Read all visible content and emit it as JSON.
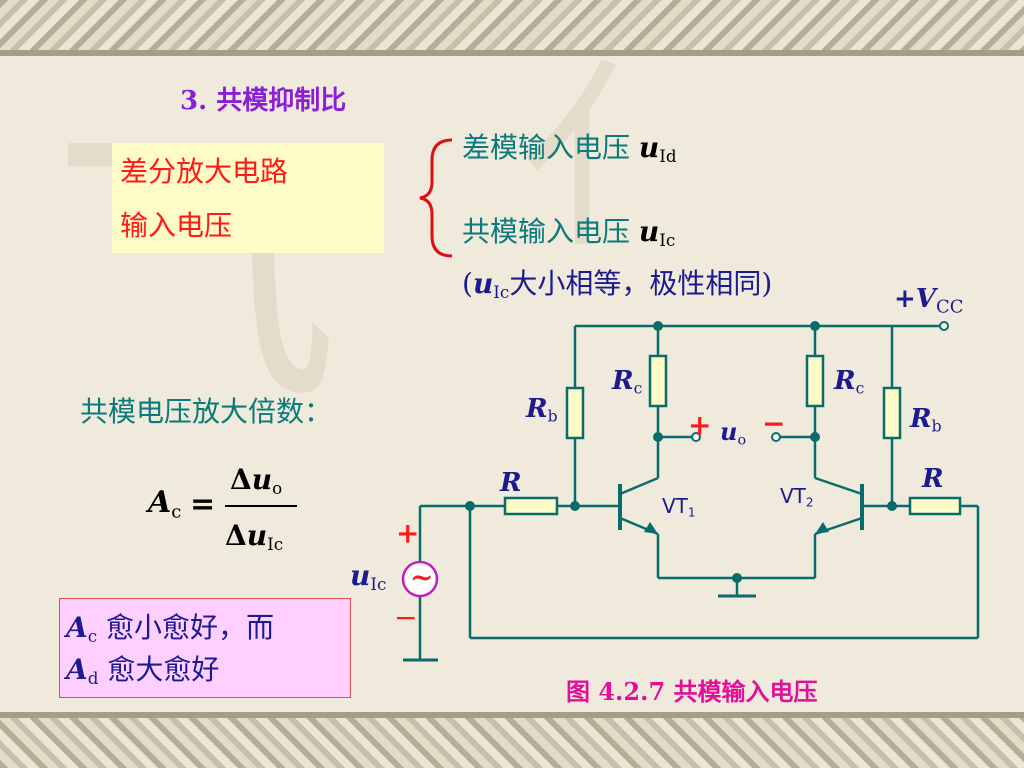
{
  "section_title": "3.  共模抑制比",
  "box_input": {
    "line1": "差分放大电路",
    "line2": "输入电压"
  },
  "diff_mode": {
    "text": "差模输入电压 ",
    "sym": "u",
    "sub": "Id"
  },
  "common_mode": {
    "text": "共模输入电压 ",
    "sym": "u",
    "sub": "Ic"
  },
  "common_note": {
    "open": "(",
    "sym": "u",
    "sub": "Ic",
    "text": "大小相等，极性相同)"
  },
  "gain_label": "共模电压放大倍数：",
  "formula": {
    "lhs": "A",
    "lhs_sub": "c",
    "equals": "=",
    "num_delta": "Δ",
    "num_sym": "u",
    "num_sub": "o",
    "den_delta": "Δ",
    "den_sym": "u",
    "den_sub": "Ic"
  },
  "conclusion": {
    "a1": "A",
    "a1_sub": "c",
    "t1": " 愈小愈好，而",
    "a2": "A",
    "a2_sub": "d",
    "t2": " 愈大愈好"
  },
  "circuit": {
    "vcc_plus": "+",
    "vcc": "V",
    "vcc_sub": "CC",
    "rc_left": "R",
    "rc_left_sub": "c",
    "rc_right": "R",
    "rc_right_sub": "c",
    "rb_left": "R",
    "rb_left_sub": "b",
    "rb_right": "R",
    "rb_right_sub": "b",
    "r_left": "R",
    "r_right": "R",
    "out_plus": "+",
    "out_u": "u",
    "out_sub": "o",
    "out_minus": "−",
    "vt1": "VT",
    "vt1_sub": "1",
    "vt2": "VT",
    "vt2_sub": "2",
    "src_plus": "+",
    "src_u": "u",
    "src_sub": "Ic",
    "src_minus": "−",
    "src_tilde": "~"
  },
  "caption": "图 4.2.7    共模输入电压",
  "colors": {
    "title": "#8a1fd6",
    "teal": "#0a7a7a",
    "navy": "#1b1b8f",
    "red": "#ff1a1a",
    "wire": "#0a6b6b",
    "resistor_fill": "#fffbc6",
    "source_circle": "#c01fc0"
  }
}
